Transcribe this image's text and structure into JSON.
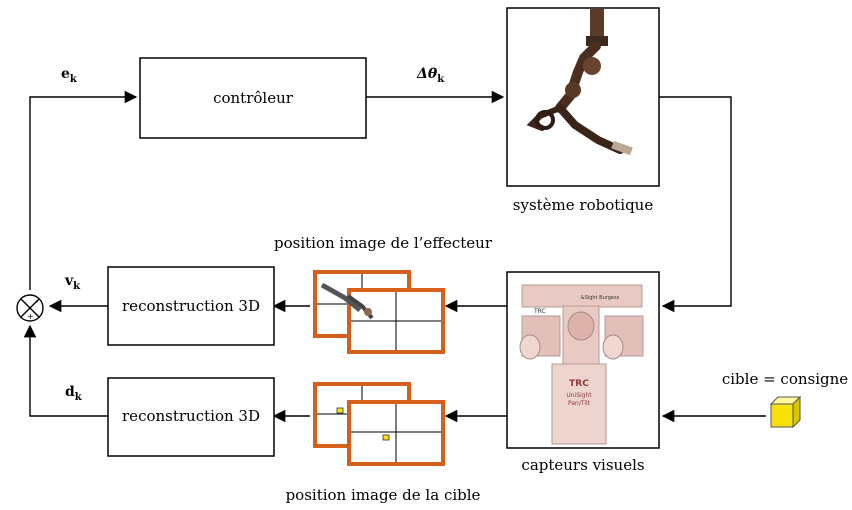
{
  "boxes": {
    "controller": "contrôleur",
    "reconstruction_top": "reconstruction 3D",
    "reconstruction_bottom": "reconstruction 3D"
  },
  "signals": {
    "error": "e",
    "error_sub": "k",
    "delta_theta": "Δθ",
    "delta_theta_sub": "k",
    "measured": "v",
    "measured_sub": "k",
    "desired": "d",
    "desired_sub": "k"
  },
  "captions": {
    "robot_system": "système robotique",
    "effector_image": "position image de l’effecteur",
    "visual_sensors": "capteurs visuels",
    "target_image": "position image de la cible",
    "target_setpoint": "cible = consigne"
  },
  "camera_labels": {
    "left": "TRC",
    "header": "&Sight Burgess",
    "body_line1": "TRC",
    "body_line2": "UniSight",
    "body_line3": "Pan/Tilt"
  },
  "summer": {
    "minus": "-",
    "plus": "+"
  },
  "colors": {
    "frame_orange": "#d4601a",
    "target_yellow": "#f6e20a",
    "camera_pink": "#e9c9c3"
  }
}
